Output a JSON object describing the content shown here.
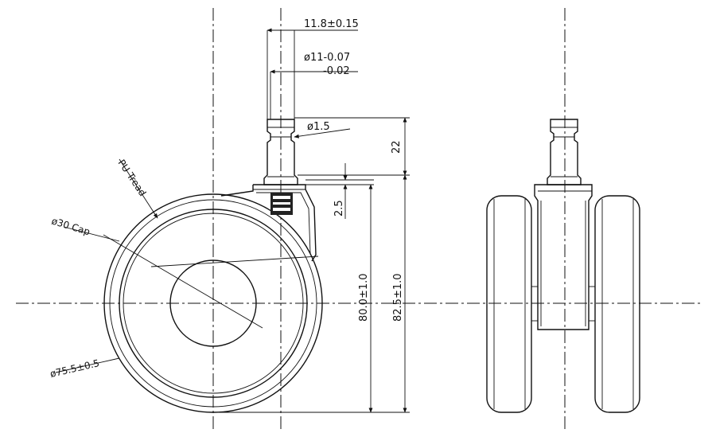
{
  "drawing": {
    "dim_stem_length": "11.8±0.15",
    "dim_stem_dia_main": "ø11-0.07",
    "dim_stem_dia_tol": "-0.02",
    "dim_ring_groove": "ø1.5",
    "dim_stem_height": "22",
    "dim_plate_gap": "2.5",
    "dim_height_axle": "80.0±1.0",
    "dim_height_total": "82.5±1.0",
    "label_tread": "PU Tread",
    "label_cap": "ø30 Cap",
    "label_wheel_dia": "ø75.5±0.5"
  },
  "colors": {
    "line": "#111111",
    "background": "#ffffff",
    "plate": "#222222"
  }
}
